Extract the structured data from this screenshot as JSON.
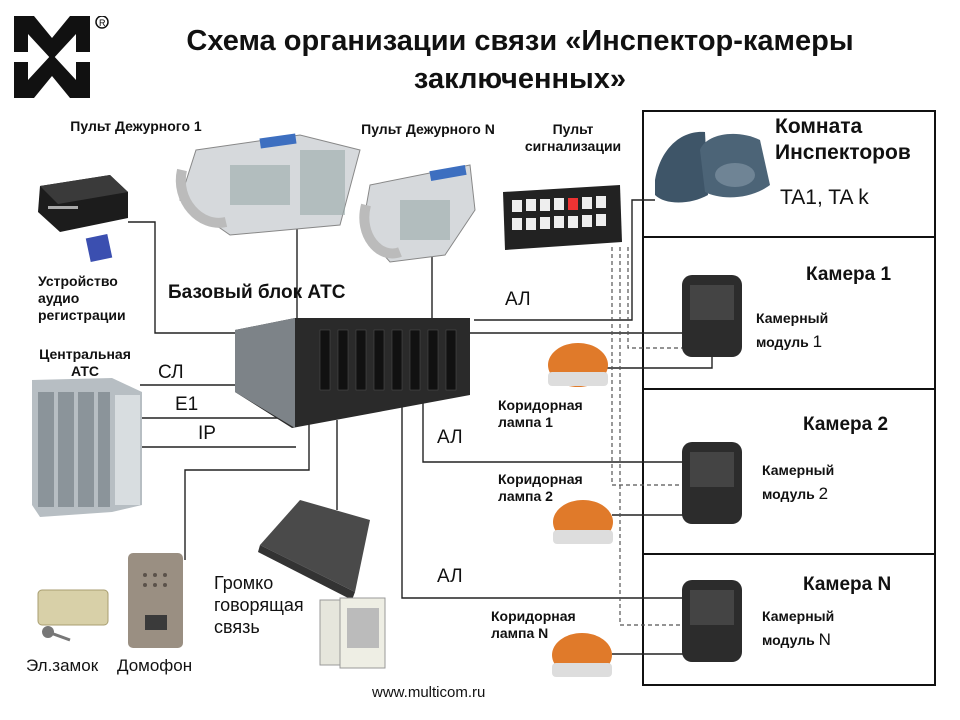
{
  "title": "Схема организации связи «Инспектор-камеры заключенных»",
  "footer": "www.multicom.ru",
  "colors": {
    "frame": "#111111",
    "line": "#222222",
    "dashed": "#555555",
    "lamp": "#e07a2a",
    "device": "#2c2c2c",
    "rack": "#9aa4ab"
  },
  "labels": {
    "pult1": "Пульт Дежурного 1",
    "pultN": "Пульт Дежурного N",
    "pult_alarm": "Пульт сигнализации",
    "room": "Комната Инспекторов",
    "room_ta": "TA1, TA k",
    "recorder": "Устройство аудио регистрации",
    "base": "Базовый блок АТС",
    "central": "Центральная АТС",
    "sl": "СЛ",
    "e1": "E1",
    "ip": "IP",
    "al1": "АЛ",
    "al2": "АЛ",
    "al3": "АЛ",
    "cam1": "Камера 1",
    "cam2": "Камера 2",
    "camN": "Камера N",
    "mod1": "Камерный модуль",
    "mod1n": "1",
    "mod2": "Камерный модуль",
    "mod2n": "2",
    "modN": "Камерный модуль",
    "modNn": "N",
    "lamp1": "Коридорная лампа 1",
    "lamp2": "Коридорная лампа 2",
    "lampN": "Коридорная лампа N",
    "loud": "Громко говорящая связь",
    "lock": "Эл.замок",
    "intercom": "Домофон"
  }
}
